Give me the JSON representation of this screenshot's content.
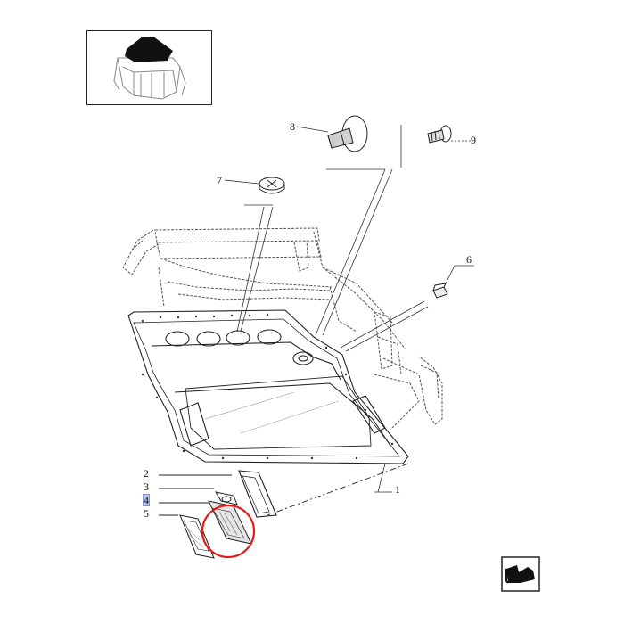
{
  "diagram": {
    "callouts": [
      {
        "id": "1",
        "label": "1"
      },
      {
        "id": "2",
        "label": "2"
      },
      {
        "id": "3",
        "label": "3"
      },
      {
        "id": "4",
        "label": "4",
        "selected": true
      },
      {
        "id": "5",
        "label": "5"
      },
      {
        "id": "6",
        "label": "6"
      },
      {
        "id": "7",
        "label": "7"
      },
      {
        "id": "8",
        "label": "8"
      },
      {
        "id": "9",
        "label": "9"
      }
    ],
    "highlight_color": "#e0191b",
    "selection_color": "#b9c6ea",
    "thumbnail_icon": "tractor-cab-roof-icon",
    "nav_icon": "next-page-arrow-icon"
  }
}
